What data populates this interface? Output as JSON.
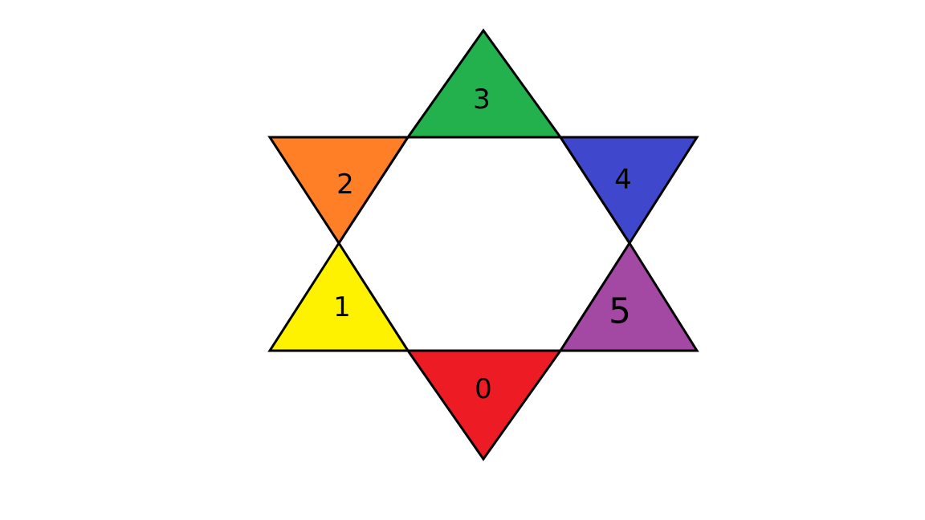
{
  "star": {
    "triangles": [
      {
        "id": "bottom",
        "label": "0",
        "color": "#ed1c24"
      },
      {
        "id": "lower-left",
        "label": "1",
        "color": "#fff200"
      },
      {
        "id": "upper-left",
        "label": "2",
        "color": "#ff7f27"
      },
      {
        "id": "top",
        "label": "3",
        "color": "#22b14c"
      },
      {
        "id": "upper-right",
        "label": "4",
        "color": "#3f48cc"
      },
      {
        "id": "lower-right",
        "label": "5",
        "color": "#a349a4"
      }
    ]
  }
}
